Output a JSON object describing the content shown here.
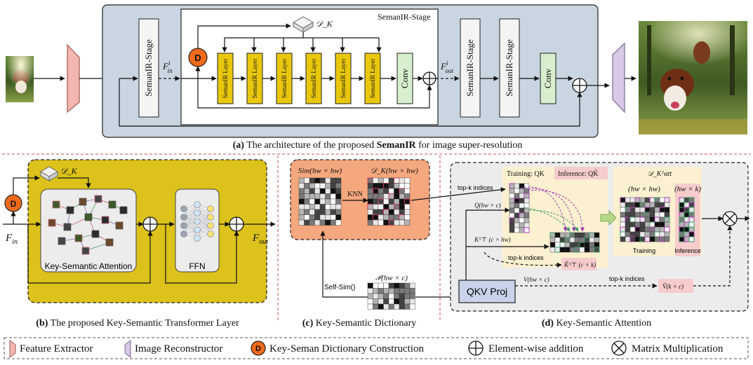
{
  "panel_a": {
    "stage_label": "SemanIR-Stage",
    "inner_stage_title": "SemanIR-Stage",
    "dict_label": "𝒟_K",
    "d_badge": "D",
    "layer_label": "SemanIR Layer",
    "conv_label": "Conv",
    "f_in": "F",
    "f_in_sup": "i",
    "f_in_sub": "in",
    "f_out": "F",
    "f_out_sup": "i",
    "f_out_sub": "out",
    "caption_prefix": "(a)",
    "caption_text": " The architecture of the proposed ",
    "caption_bold": "SemanIR",
    "caption_suffix": " for image super-resolution"
  },
  "panel_b": {
    "dict_label": "𝒟_K",
    "d_badge": "D",
    "attn_label": "Key-Semantic Attention",
    "ffn_label": "FFN",
    "f_in": "F",
    "f_in_sub": "in",
    "f_out": "F",
    "f_out_sub": "out",
    "caption_prefix": "(b)",
    "caption_text": " The proposed Key-Semantic Transformer Layer"
  },
  "panel_c": {
    "sim_label": "Sim(hw × hw)",
    "dk_label": "𝒟_K(hw × hw)",
    "knn_label": "KNN",
    "p_label": "𝒫(hw × c)",
    "selfsim_label": "Self-Sim()",
    "caption_prefix": "(c)",
    "caption_text": " Key-Semantic Dictionary"
  },
  "panel_d": {
    "training_label": "Training: QK",
    "inference_label": "Inference: QK̃",
    "dkatt_label": "𝒟_K^att",
    "hwhw_label": "(hw × hw)",
    "hwk_label": "(hw × k)",
    "training_small": "Training",
    "inference_small": "Inference",
    "topk1": "top-k indices",
    "topk2": "top-k indices",
    "topk3": "top-k indices",
    "q_label": "Q(hw × c)",
    "kt_label": "K^⊤ (c × hw)",
    "ktilde_label": "K̃^⊤ (c × k)",
    "v_label": "V(hw × c)",
    "vtilde_label": "Ṽ(k × c)",
    "qkv_label": "QKV Proj",
    "caption_prefix": "(d)",
    "caption_text": " Key-Semantic Attention"
  },
  "legend": {
    "feature_extractor": "Feature Extractor",
    "image_reconstructor": "Image Reconstructor",
    "dict_construction": "Key-Seman Dictionary Construction",
    "addition": "Element-wise addition",
    "matmul": "Matrix Multiplication",
    "d_badge": "D"
  },
  "colors": {
    "panel_bg": "#c9d6e1",
    "layer_yellow": "#e9c70d",
    "conv_green": "#d7efcf",
    "badge_orange": "#ef6a1a",
    "extractor_pink": "#f3b7b0",
    "reconstructor_purple": "#d9c8e6",
    "dict_orange": "#f5a77e",
    "b_yellow": "#dcc21a",
    "d_gray": "#ececec",
    "d_cream": "#fbf0cf",
    "d_pink": "#f7cccc",
    "qkv_blue": "#c9d4ea",
    "sep_red": "#c0504d"
  }
}
